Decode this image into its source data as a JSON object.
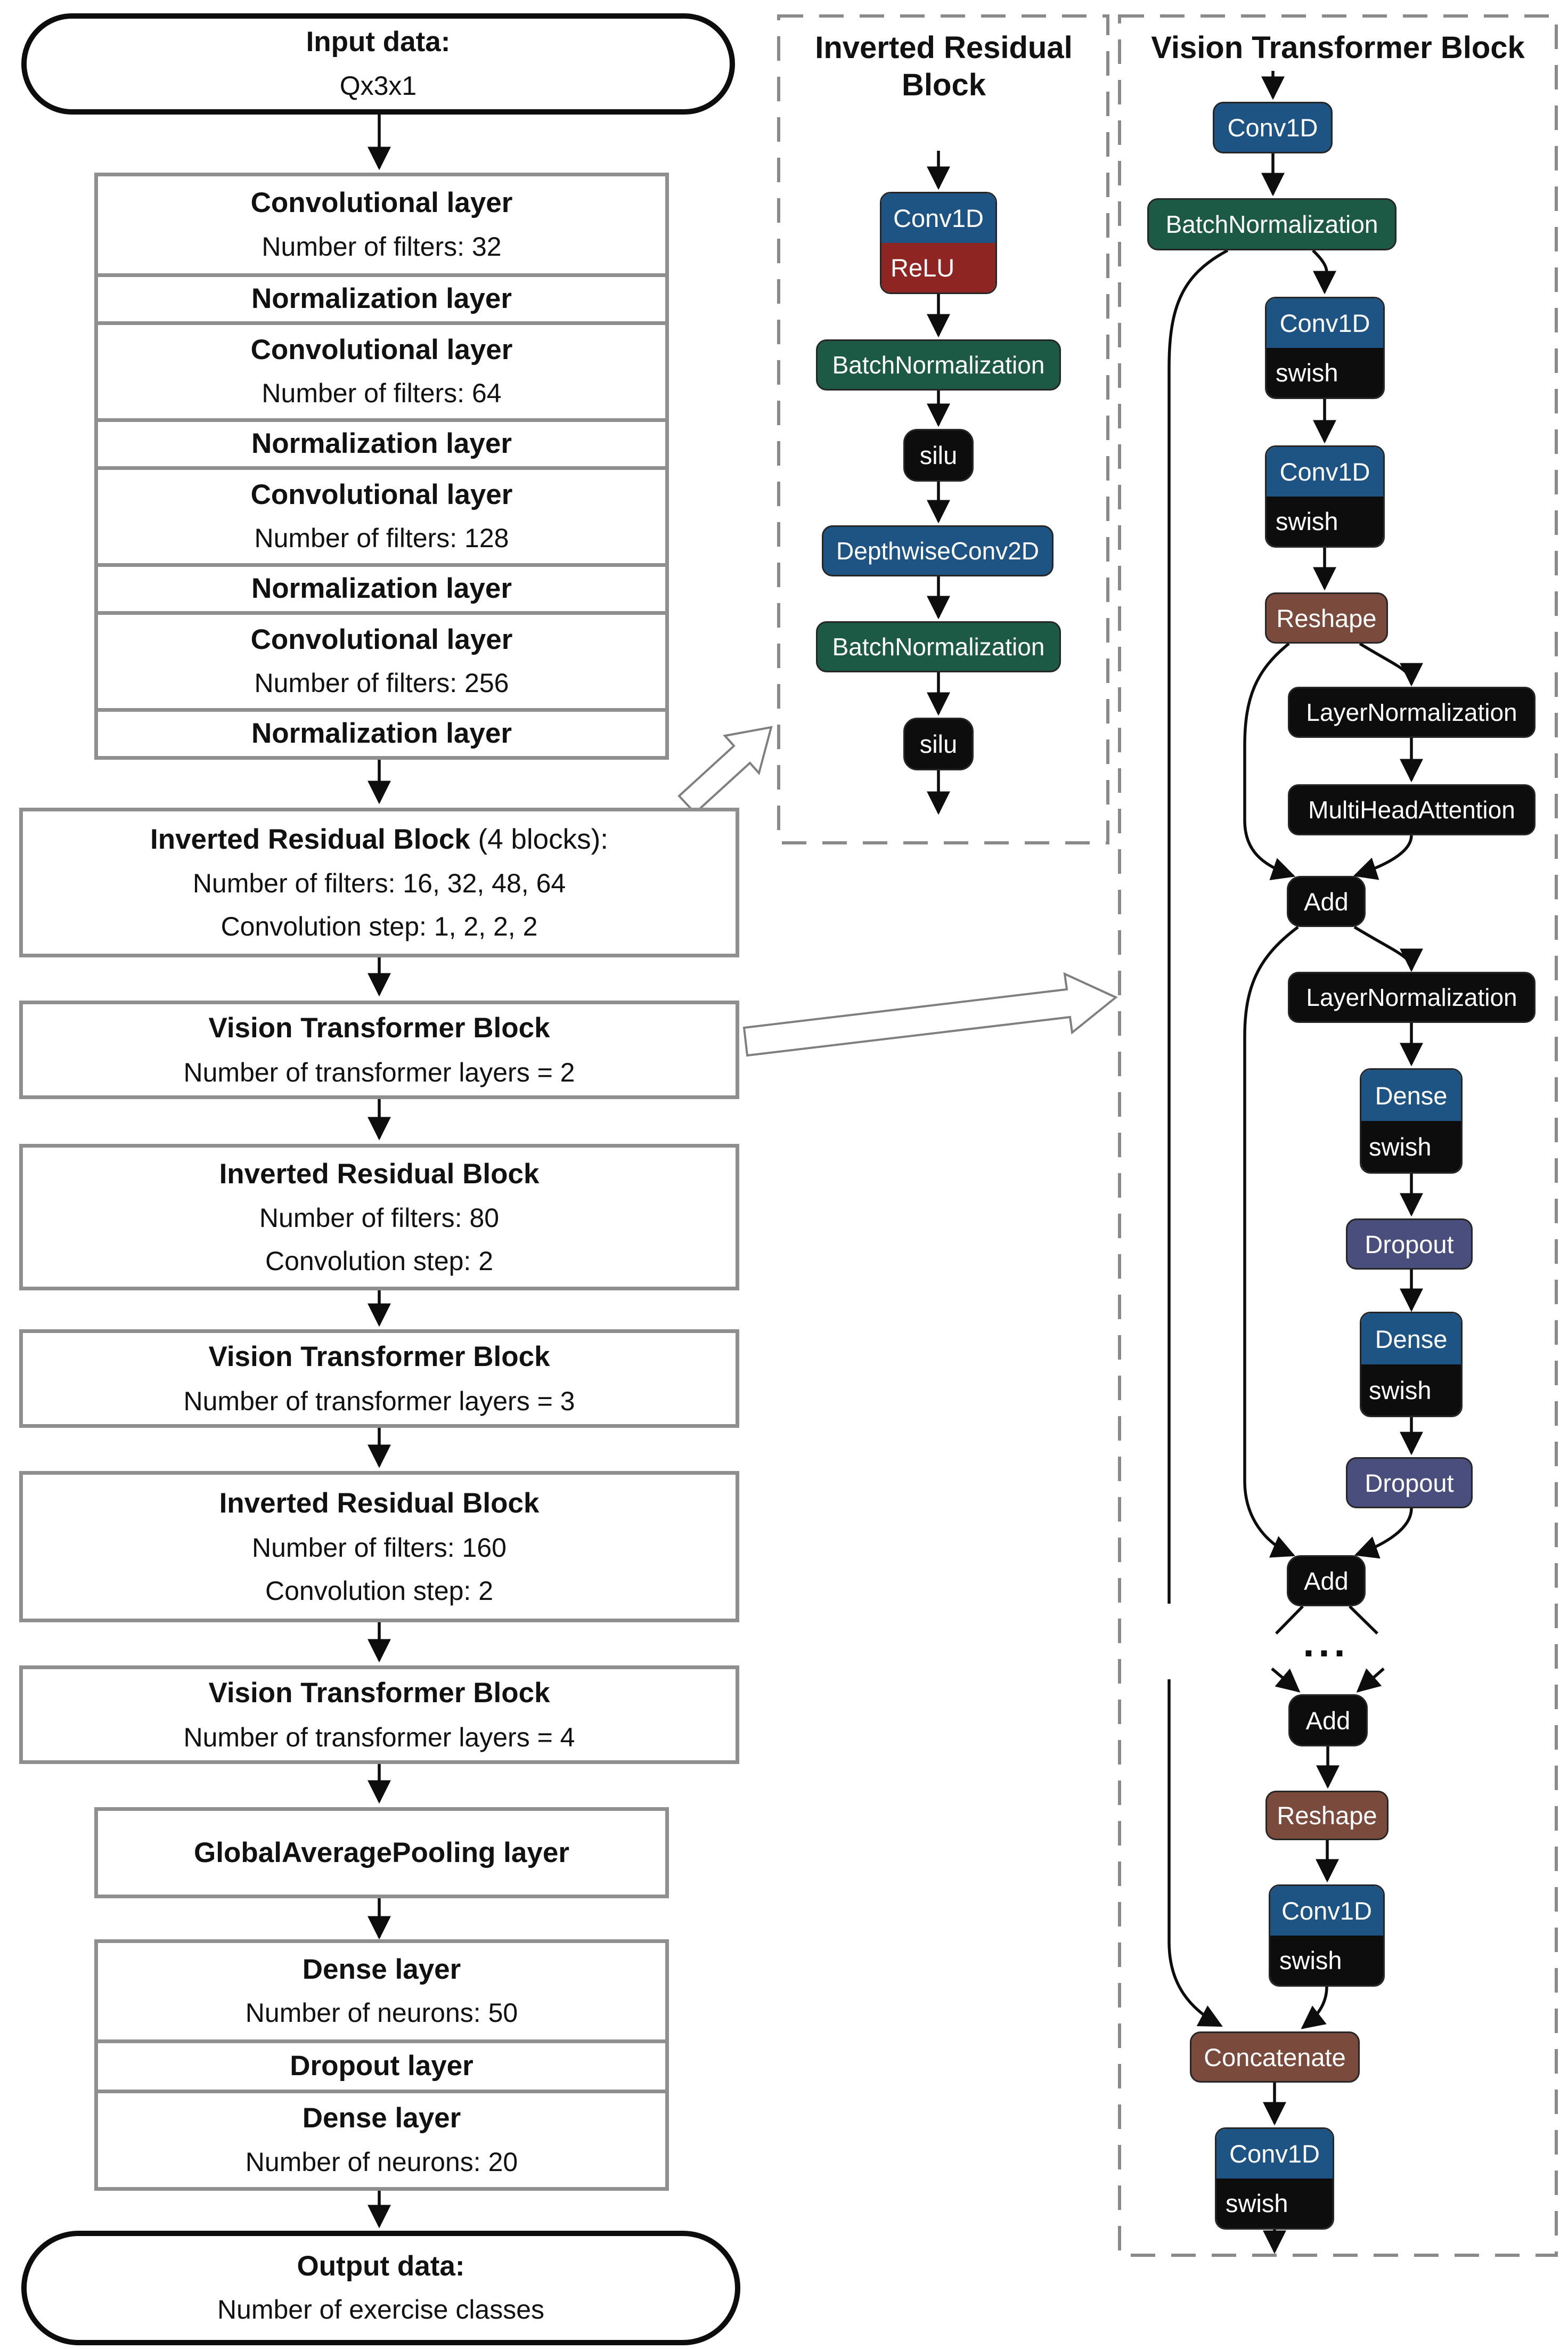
{
  "colors": {
    "blue": "#1e5484",
    "red": "#8e2522",
    "green": "#1d5a45",
    "black_node": "#0d0d0d",
    "brown": "#7a4a3d",
    "purple": "#494e7c",
    "gray_border": "#8f8f8f"
  },
  "left_column": {
    "input": {
      "title": "Input data:",
      "subtitle": "Qx3x1"
    },
    "conv_stack": [
      {
        "title": "Convolutional layer",
        "subtitle": "Number of filters: 32"
      },
      {
        "title": "Normalization layer"
      },
      {
        "title": "Convolutional layer",
        "subtitle": "Number of filters: 64"
      },
      {
        "title": "Normalization layer"
      },
      {
        "title": "Convolutional layer",
        "subtitle": "Number of filters: 128"
      },
      {
        "title": "Normalization layer"
      },
      {
        "title": "Convolutional layer",
        "subtitle": "Number of filters: 256"
      },
      {
        "title": "Normalization layer"
      }
    ],
    "blocks": [
      {
        "bold": "Inverted Residual Block",
        "rest": " (4 blocks):",
        "lines": [
          "Number of filters: 16, 32, 48, 64",
          "Convolution step: 1, 2, 2, 2"
        ]
      },
      {
        "bold": "Vision Transformer Block",
        "rest": "",
        "lines": [
          "Number of transformer layers = 2"
        ]
      },
      {
        "bold": "Inverted Residual Block",
        "rest": "",
        "lines": [
          "Number of filters: 80",
          "Convolution step: 2"
        ]
      },
      {
        "bold": "Vision Transformer Block",
        "rest": "",
        "lines": [
          "Number of transformer layers = 3"
        ]
      },
      {
        "bold": "Inverted Residual Block",
        "rest": "",
        "lines": [
          "Number of filters: 160",
          "Convolution step: 2"
        ]
      },
      {
        "bold": "Vision Transformer Block",
        "rest": "",
        "lines": [
          "Number of transformer layers = 4"
        ]
      },
      {
        "bold": "GlobalAveragePooling layer",
        "rest": "",
        "lines": []
      }
    ],
    "dense_stack": [
      {
        "title": "Dense layer",
        "subtitle": "Number of neurons: 50"
      },
      {
        "title": "Dropout layer"
      },
      {
        "title": "Dense layer",
        "subtitle": "Number of neurons: 20"
      }
    ],
    "output": {
      "title": "Output data:",
      "subtitle": "Number of exercise classes"
    }
  },
  "irb_detail": {
    "title": "Inverted Residual Block",
    "conv1d": "Conv1D",
    "relu": "ReLU",
    "bn1": "BatchNormalization",
    "silu1": "silu",
    "dwconv": "DepthwiseConv2D",
    "bn2": "BatchNormalization",
    "silu2": "silu"
  },
  "vtb_detail": {
    "title": "Vision Transformer Block",
    "conv_in": "Conv1D",
    "bn": "BatchNormalization",
    "conv1_top": "Conv1D",
    "conv1_bottom": "swish",
    "conv2_top": "Conv1D",
    "conv2_bottom": "swish",
    "reshape1": "Reshape",
    "ln1": "LayerNormalization",
    "mha": "MultiHeadAttention",
    "add1": "Add",
    "ln2": "LayerNormalization",
    "dense1_top": "Dense",
    "dense1_bottom": "swish",
    "dropout1": "Dropout",
    "dense2_top": "Dense",
    "dense2_bottom": "swish",
    "dropout2": "Dropout",
    "add2": "Add",
    "ellipsis": "...",
    "add3": "Add",
    "reshape2": "Reshape",
    "conv3_top": "Conv1D",
    "conv3_bottom": "swish",
    "concatenate": "Concatenate",
    "conv4_top": "Conv1D",
    "conv4_bottom": "swish"
  }
}
